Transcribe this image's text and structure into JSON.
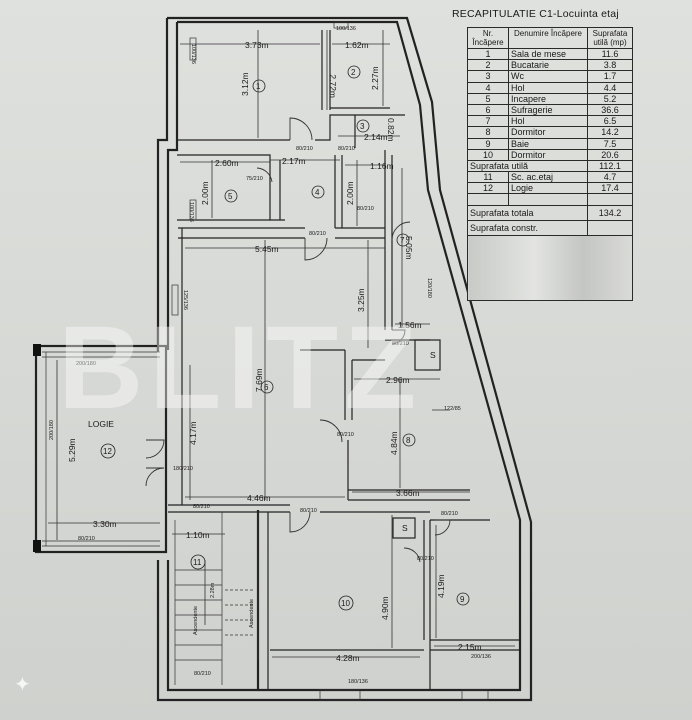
{
  "recap": {
    "title": "RECAPITULATIE  C1-Locuinta etaj",
    "headers": {
      "nr": "Nr. Încăpere",
      "name": "Denumire Încăpere",
      "area": "Suprafata utilă (mp)"
    },
    "rooms": [
      {
        "nr": "1",
        "name": "Sala de mese",
        "area": "11.6"
      },
      {
        "nr": "2",
        "name": "Bucatarie",
        "area": "3.8"
      },
      {
        "nr": "3",
        "name": "Wc",
        "area": "1.7"
      },
      {
        "nr": "4",
        "name": "Hol",
        "area": "4.4"
      },
      {
        "nr": "5",
        "name": "Incapere",
        "area": "5.2"
      },
      {
        "nr": "6",
        "name": "Sufragerie",
        "area": "36.6"
      },
      {
        "nr": "7",
        "name": "Hol",
        "area": "6.5"
      },
      {
        "nr": "8",
        "name": "Dormitor",
        "area": "14.2"
      },
      {
        "nr": "9",
        "name": "Baie",
        "area": "7.5"
      },
      {
        "nr": "10",
        "name": "Dormitor",
        "area": "20.6"
      }
    ],
    "useful_label": "Suprafata utilă",
    "useful_value": "112.1",
    "extra": [
      {
        "nr": "11",
        "name": "Sc. ac.etaj",
        "area": "4.7"
      },
      {
        "nr": "12",
        "name": "Logie",
        "area": "17.4"
      }
    ],
    "total_label": "Suprafata totala",
    "total_value": "134.2",
    "built_label": "Suprafata constr.",
    "built_value": ""
  },
  "plan": {
    "logie_label": "LOGIE",
    "room_numbers": [
      "1",
      "2",
      "3",
      "4",
      "5",
      "6",
      "7",
      "8",
      "9",
      "10",
      "11",
      "12"
    ],
    "dimensions": [
      "3.73m",
      "1.62m",
      "3.12m",
      "2.72m",
      "2.27m",
      "2.14m",
      "0.82m",
      "2.60m",
      "2.17m",
      "1.16m",
      "2.00m",
      "2.00m",
      "5.45m",
      "5.05m",
      "3.25m",
      "1.56m",
      "7.69m",
      "2.96m",
      "4.17m",
      "4.84m",
      "5.29m",
      "4.46m",
      "3.66m",
      "3.30m",
      "1.10m",
      "4.90m",
      "4.19m",
      "2.28m",
      "4.28m",
      "2.15m"
    ],
    "openings": [
      "100/136",
      "100/136",
      "80/210",
      "80/210",
      "75/210",
      "80/210",
      "80/210",
      "100/136",
      "125/136",
      "120/180",
      "200/180",
      "80/210",
      "180/210",
      "80/210",
      "122/85",
      "200/180",
      "80/210",
      "80/210",
      "80/210",
      "80/210",
      "80/210",
      "180/136",
      "200/136"
    ],
    "shaft_label": "S",
    "stair_labels": [
      "Ascendente",
      "Ascendente"
    ]
  },
  "watermark": "BLITZ",
  "colors": {
    "paper": "#d9dbd8",
    "ink": "#1a1a1a",
    "watermark": "#ffffff"
  }
}
